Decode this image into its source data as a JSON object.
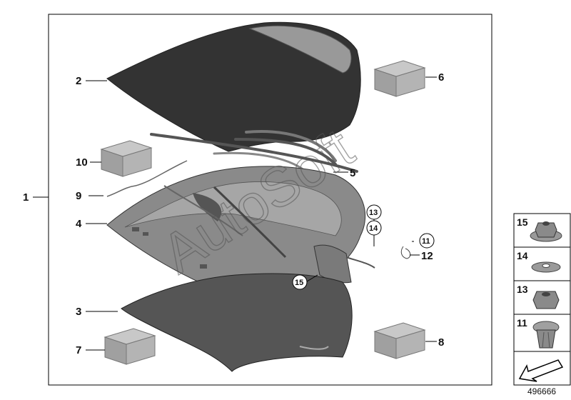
{
  "diagram": {
    "callouts": {
      "c1": "1",
      "c2": "2",
      "c3": "3",
      "c4": "4",
      "c5": "5",
      "c6": "6",
      "c7": "7",
      "c8": "8",
      "c9": "9",
      "c10": "10",
      "c11": "11",
      "c12": "12",
      "c13": "13",
      "c14": "14",
      "c15": "15"
    },
    "sidebar": {
      "items": [
        {
          "label": "15"
        },
        {
          "label": "14"
        },
        {
          "label": "13"
        },
        {
          "label": "11"
        }
      ]
    },
    "diagram_id": "496666",
    "watermark": "AutoSoft",
    "colors": {
      "panel_dark": "#333333",
      "frame_gray": "#808080",
      "box_gray": "#a8a8a8",
      "outline": "#000000"
    },
    "icons": {
      "nav_arrow": "arrow-down-left-icon"
    }
  }
}
